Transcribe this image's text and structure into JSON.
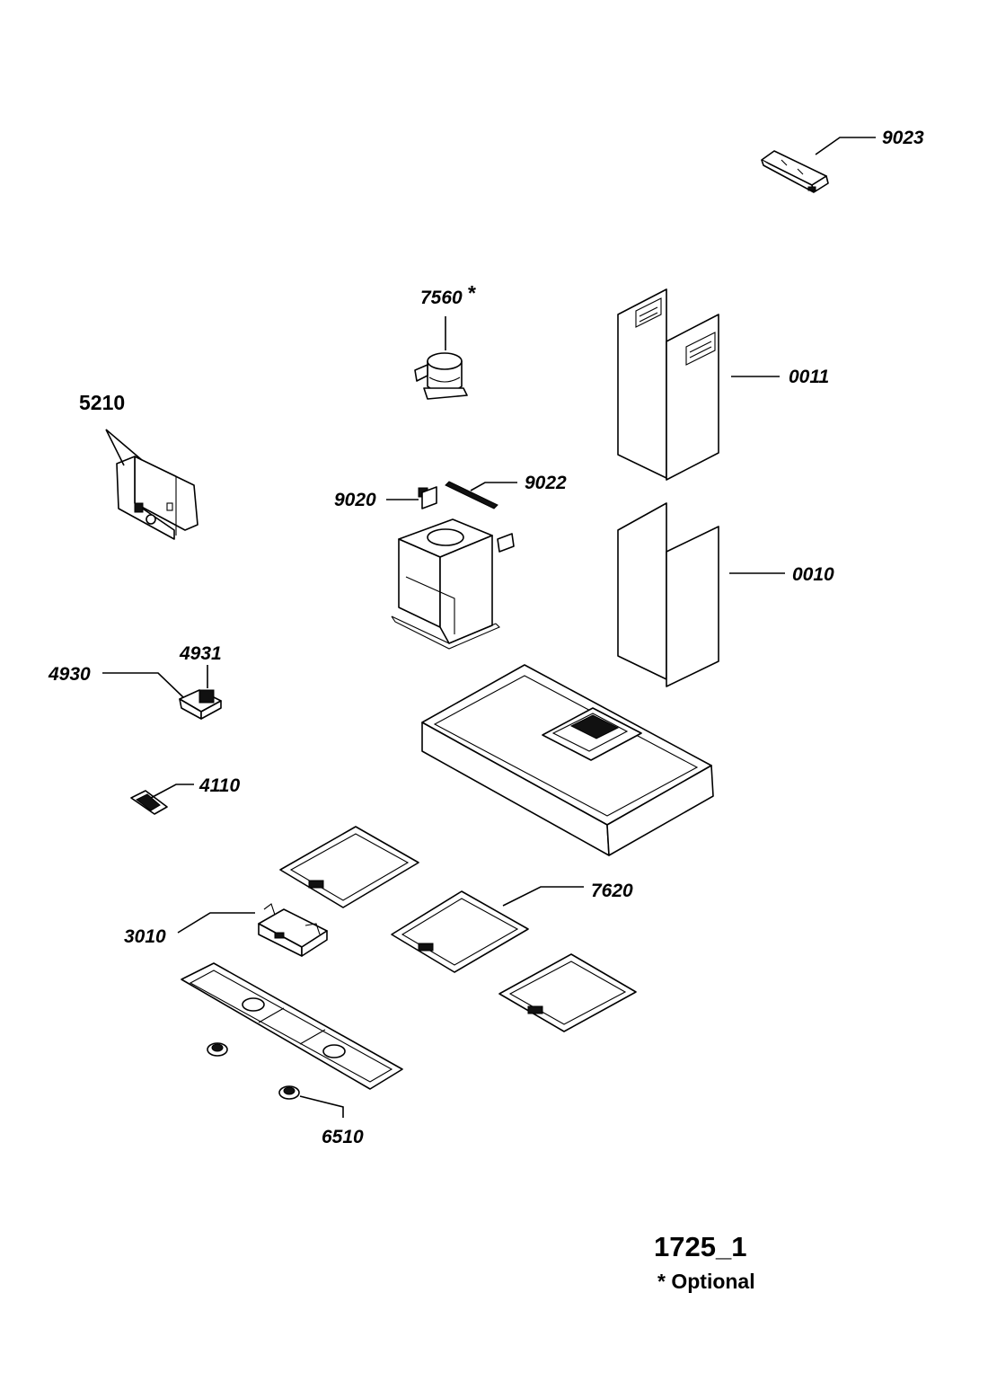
{
  "sheet": {
    "id": "1725_1",
    "note": "* Optional"
  },
  "callouts": {
    "p9023": "9023",
    "p7560": "7560",
    "p7560_mark": "*",
    "p0011": "0011",
    "p5210": "5210",
    "p9020": "9020",
    "p9022": "9022",
    "p0010": "0010",
    "p4930": "4930",
    "p4931": "4931",
    "p4110": "4110",
    "p7620": "7620",
    "p3010": "3010",
    "p6510": "6510"
  }
}
